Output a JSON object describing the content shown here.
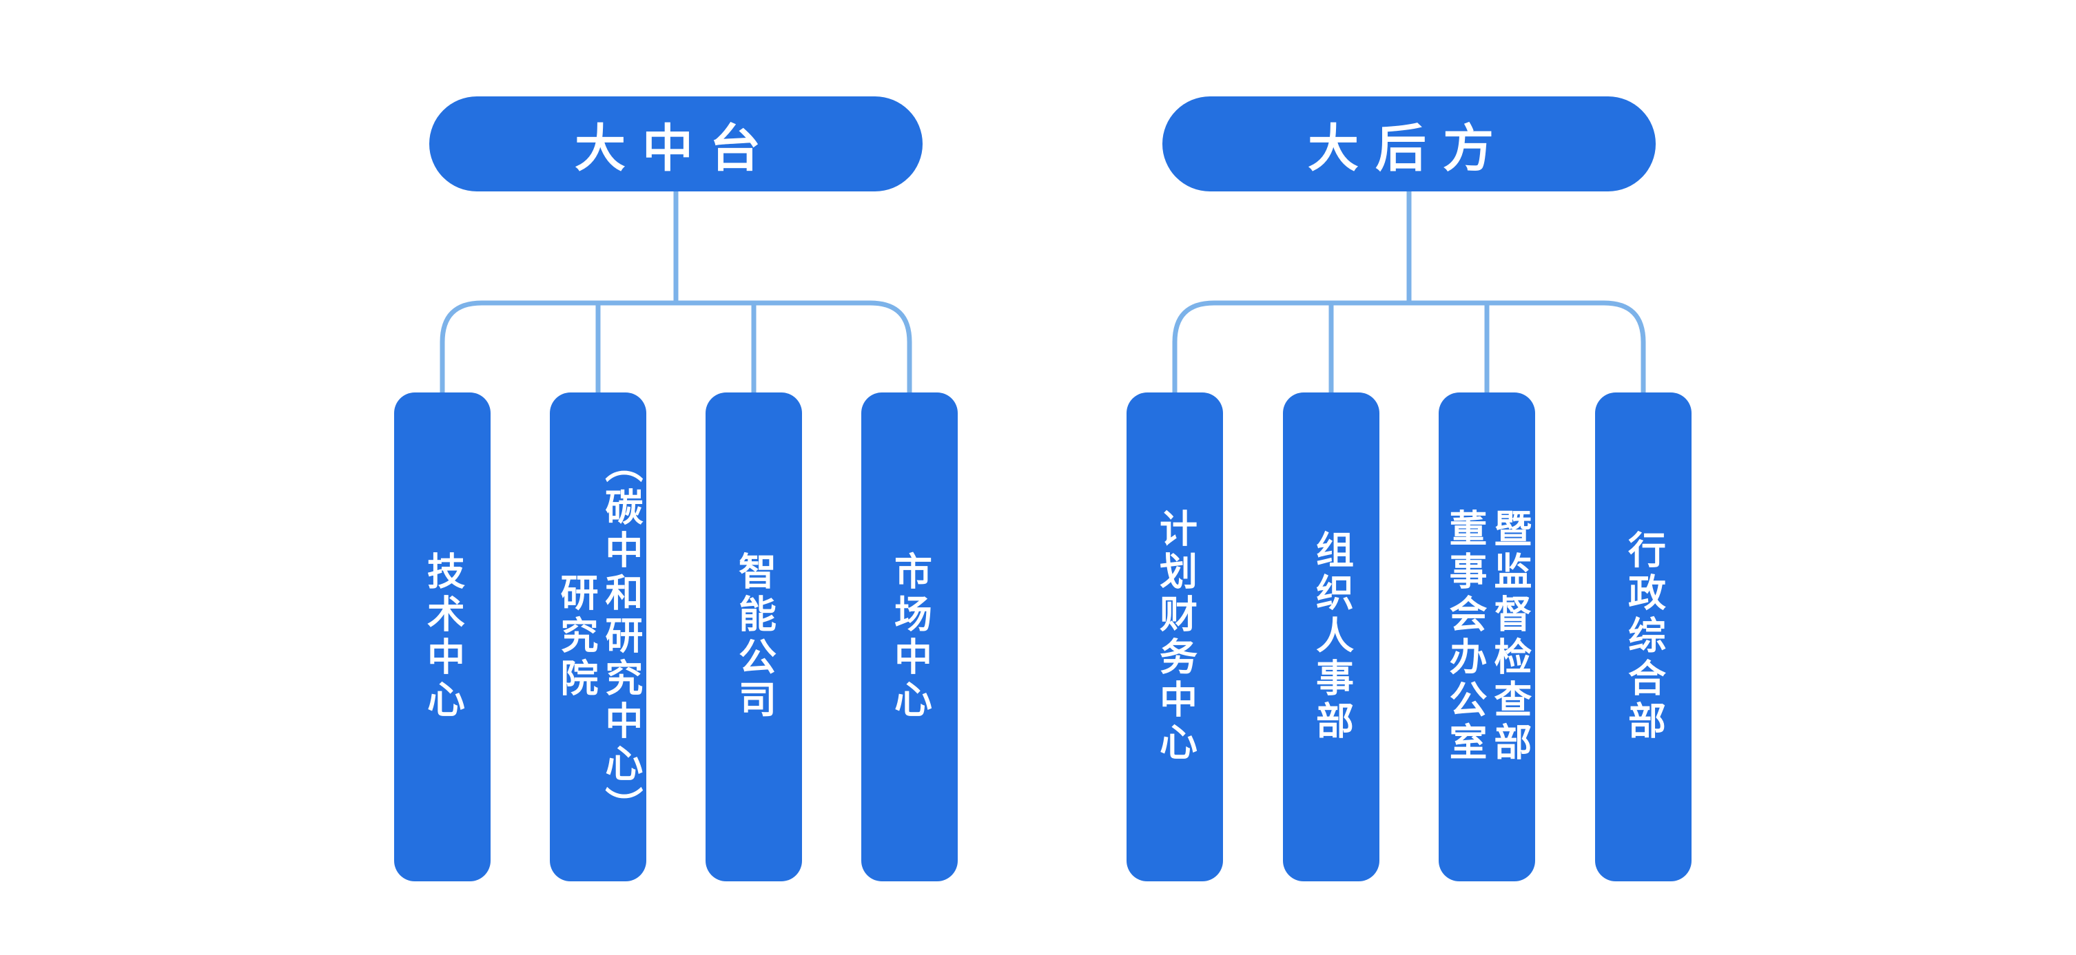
{
  "diagram": {
    "type": "org-chart",
    "background": "#ffffff",
    "colors": {
      "node_fill": "#2470E0",
      "connector_line": "#7CB2E9",
      "node_text": "#ffffff"
    },
    "groups": [
      {
        "label": "大中台",
        "children": [
          {
            "label": "技术中心"
          },
          {
            "label": "研究院\n（碳中和研究中心）"
          },
          {
            "label": "智能公司"
          },
          {
            "label": "市场中心"
          }
        ]
      },
      {
        "label": "大后方",
        "children": [
          {
            "label": "计划财务中心"
          },
          {
            "label": "组织人事部"
          },
          {
            "label": "董事会办公室\n暨监督检查部"
          },
          {
            "label": "行政综合部"
          }
        ]
      }
    ]
  }
}
